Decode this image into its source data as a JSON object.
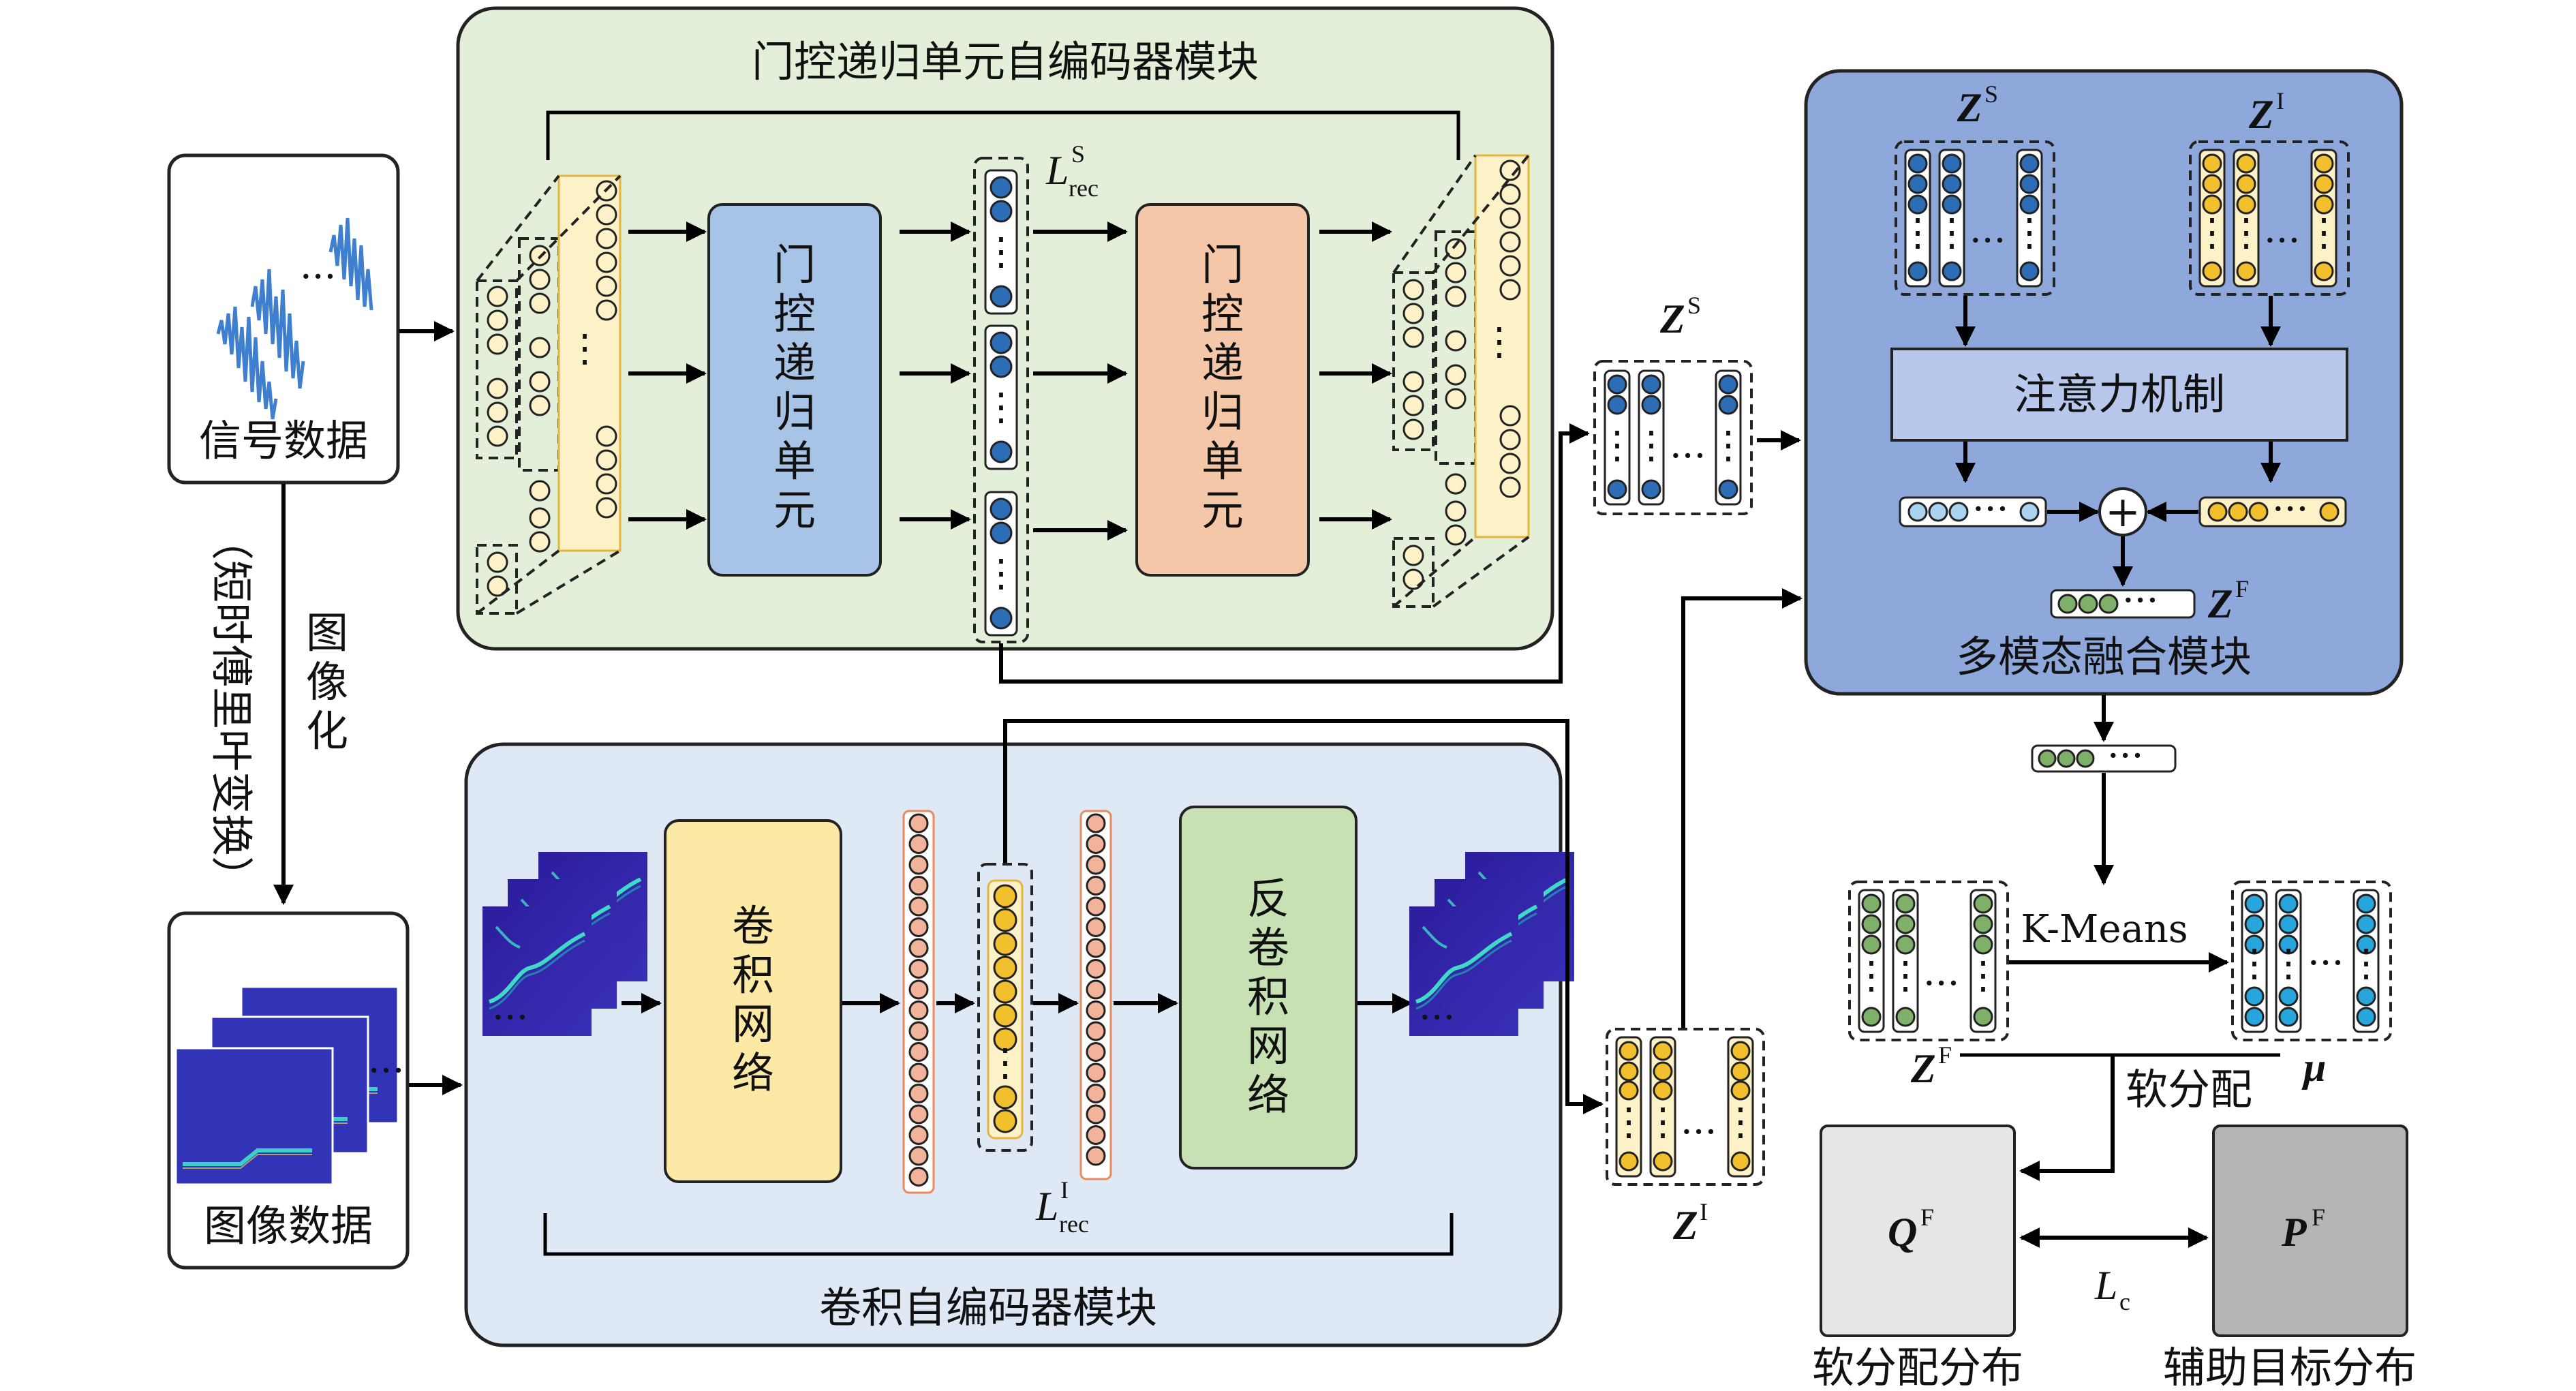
{
  "colors": {
    "gru_module_bg": "#e3efd8",
    "cae_module_bg": "#dfe9f5",
    "fusion_module_bg": "#8fa8dc",
    "gru_block": "#a7c4e6",
    "gru_block_2": "#f5c7a9",
    "conv_block": "#fde9a6",
    "deconv_block": "#c7e1b5",
    "attention_box": "#b7c8ec",
    "q_box": "#e6e6e6",
    "p_box": "#b5b5b5",
    "node_blue": "#2d6db5",
    "node_yellow": "#f2c02c",
    "node_light_blue": "#a9d3ef",
    "node_green": "#7fb06a",
    "node_cyan": "#27a6dd",
    "node_salmon": "#f1b39a"
  },
  "inputs": {
    "signal_label": "信号数据",
    "image_label": "图像数据",
    "stft_label": "（短时傅里叶变换）",
    "imaging_label": "图像化"
  },
  "gru_module": {
    "title": "门控递归单元自编码器模块",
    "encoder_label": "门控递归单元",
    "decoder_label": "门控递归单元",
    "loss": {
      "symbol": "L",
      "sup": "S",
      "sub": "rec"
    }
  },
  "cae_module": {
    "title": "卷积自编码器模块",
    "encoder_label": "卷积网络",
    "decoder_label": "反卷积网络",
    "loss": {
      "symbol": "L",
      "sup": "I",
      "sub": "rec"
    }
  },
  "features": {
    "zs": {
      "symbol": "Z",
      "sup": "S"
    },
    "zi": {
      "symbol": "Z",
      "sup": "I"
    }
  },
  "fusion_module": {
    "title": "多模态融合模块",
    "attention_label": "注意力机制",
    "zs": {
      "symbol": "Z",
      "sup": "S"
    },
    "zi": {
      "symbol": "Z",
      "sup": "I"
    },
    "zf": {
      "symbol": "Z",
      "sup": "F"
    },
    "plus_symbol": "+"
  },
  "clustering": {
    "kmeans_label": "K-Means",
    "zf": {
      "symbol": "Z",
      "sup": "F"
    },
    "mu_symbol": "μ",
    "soft_assign_label": "软分配",
    "q": {
      "symbol": "Q",
      "sup": "F",
      "caption": "软分配分布"
    },
    "p": {
      "symbol": "P",
      "sup": "F",
      "caption": "辅助目标分布"
    },
    "loss": {
      "symbol": "L",
      "sub": "c"
    }
  },
  "dots": "···"
}
